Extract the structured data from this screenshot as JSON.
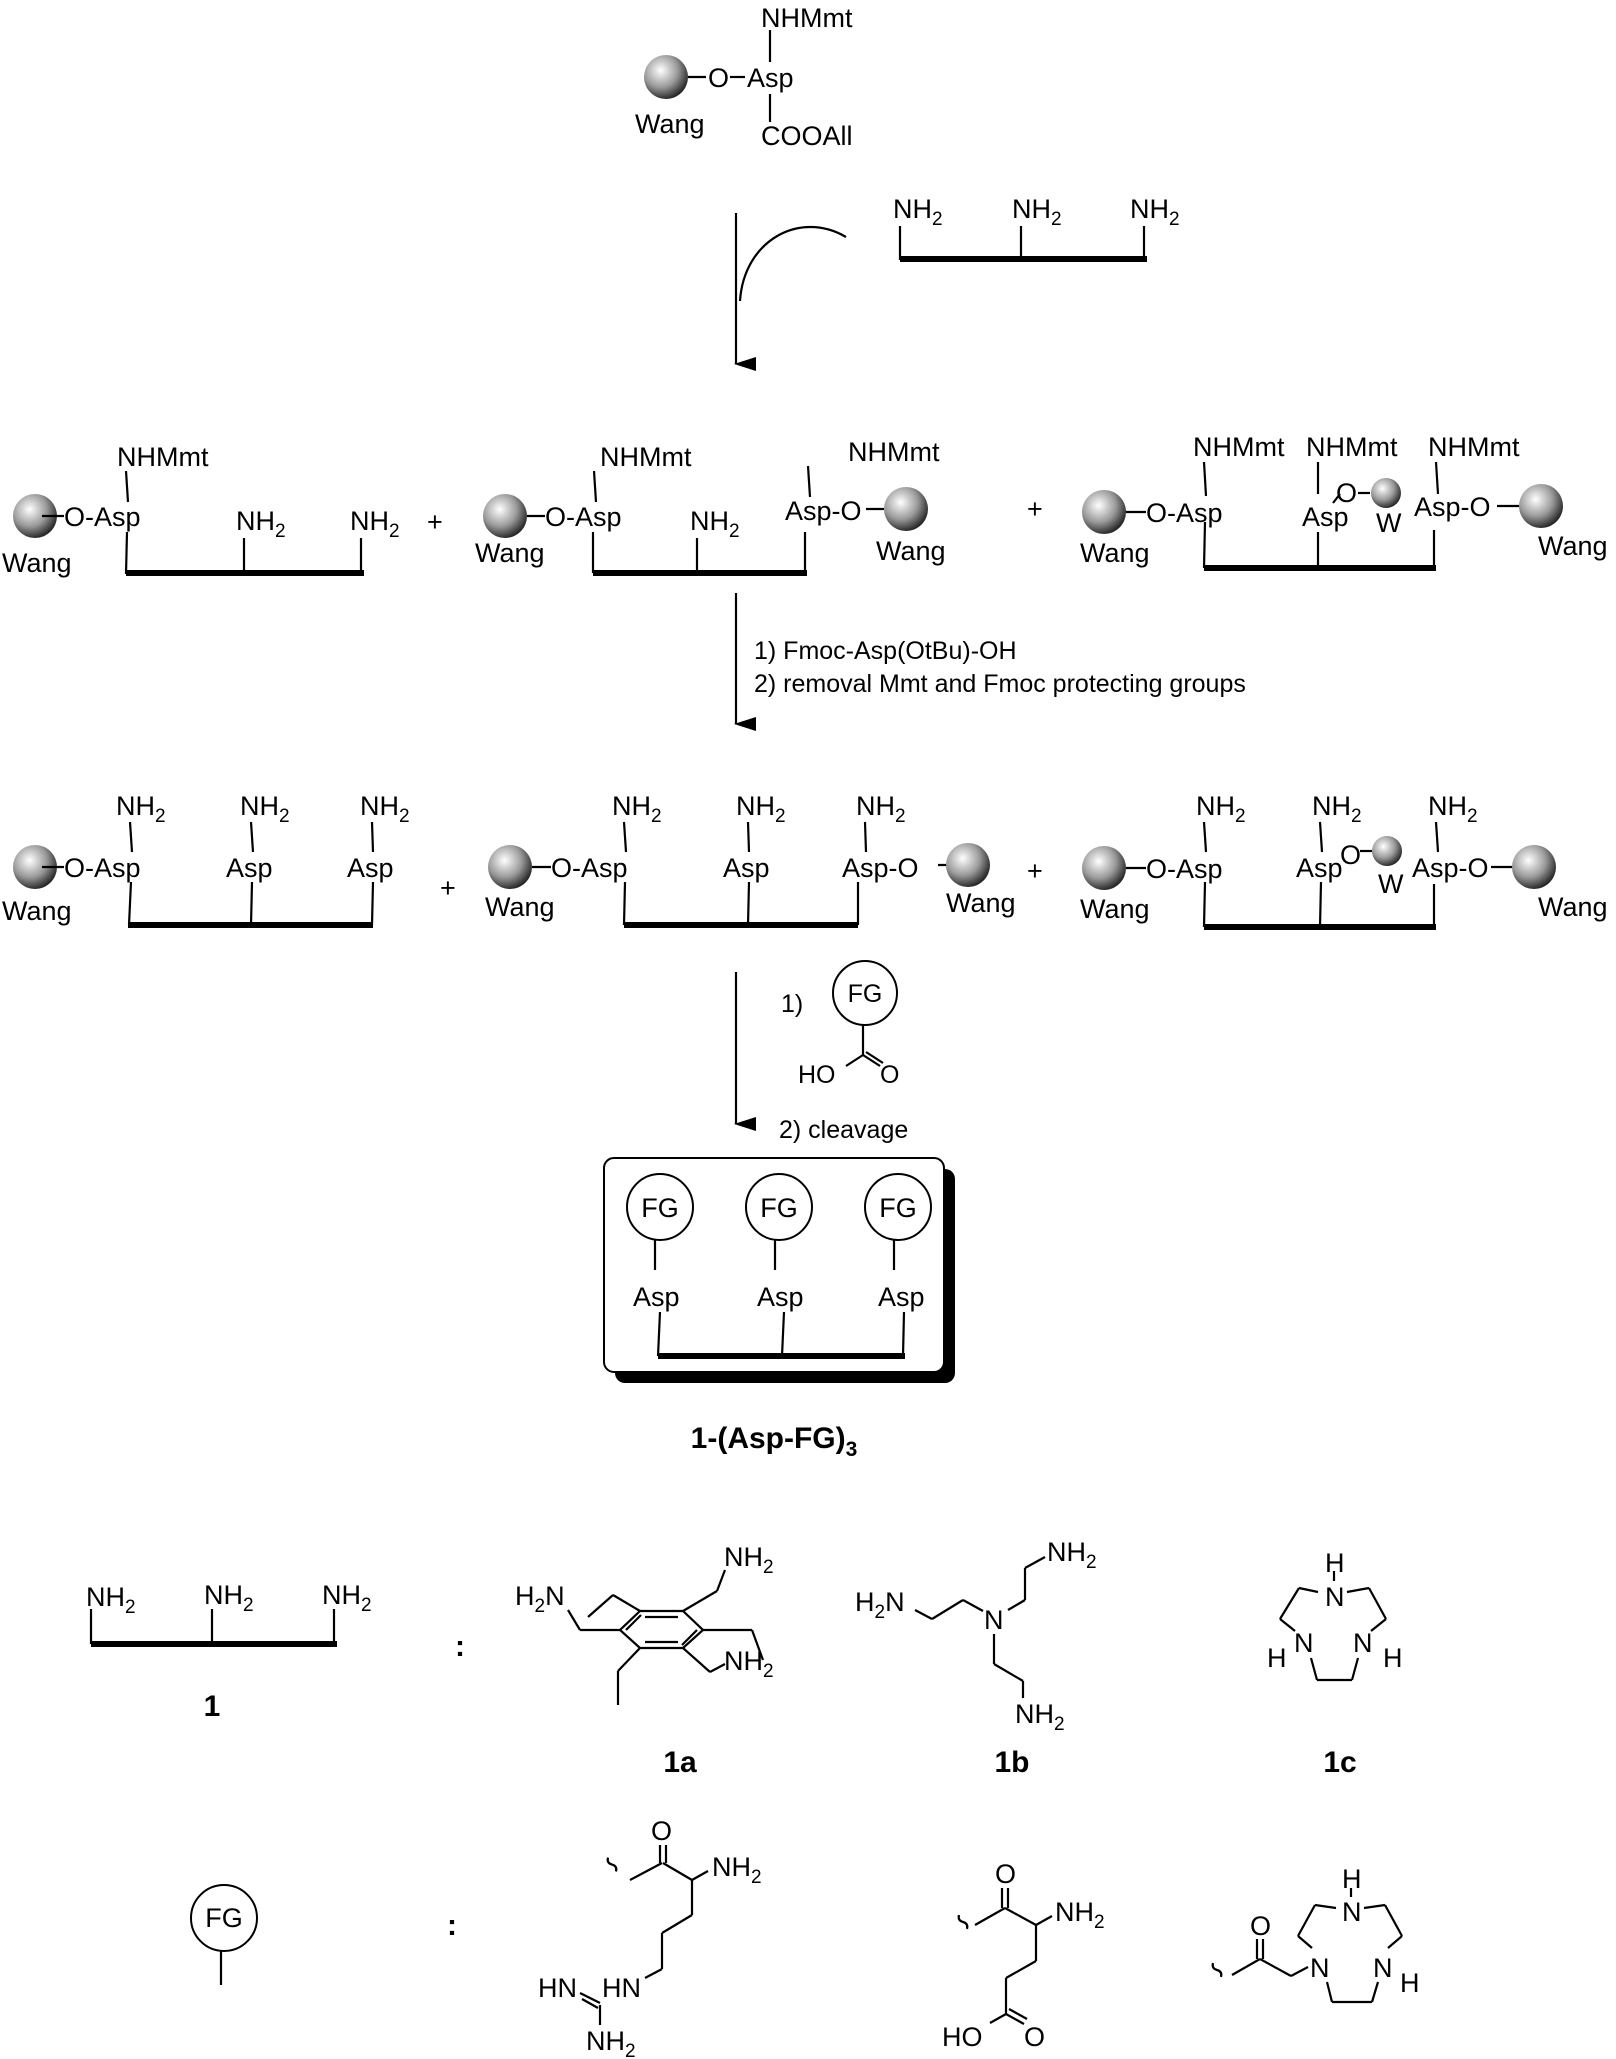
{
  "labels": {
    "wang": "Wang",
    "w": "W",
    "nhmmt": "NHMmt",
    "coo_all": "COOAll",
    "asp": "Asp",
    "o_asp": "O-Asp",
    "asp_o": "Asp-O",
    "o": "O",
    "nh": "NH",
    "two": "2",
    "plus": "+",
    "fg": "FG",
    "ho": "HO",
    "colon": ":",
    "h": "H",
    "n": "N",
    "h2n": "H",
    "hn": "HN"
  },
  "steps": {
    "step2_line1": "1) Fmoc-Asp(OtBu)-OH",
    "step2_line2": "2) removal Mmt and Fmoc protecting groups",
    "step3_line1": "1)",
    "step3_line2": "2) cleavage"
  },
  "product": {
    "name_main": "1-(Asp-FG)",
    "name_sub": "3"
  },
  "compounds": {
    "c1": "1",
    "c1a": "1a",
    "c1b": "1b",
    "c1c": "1c"
  },
  "colors": {
    "line": "#000000",
    "bead_light": "#ffffff",
    "bead_dark": "#1a1a1a"
  }
}
